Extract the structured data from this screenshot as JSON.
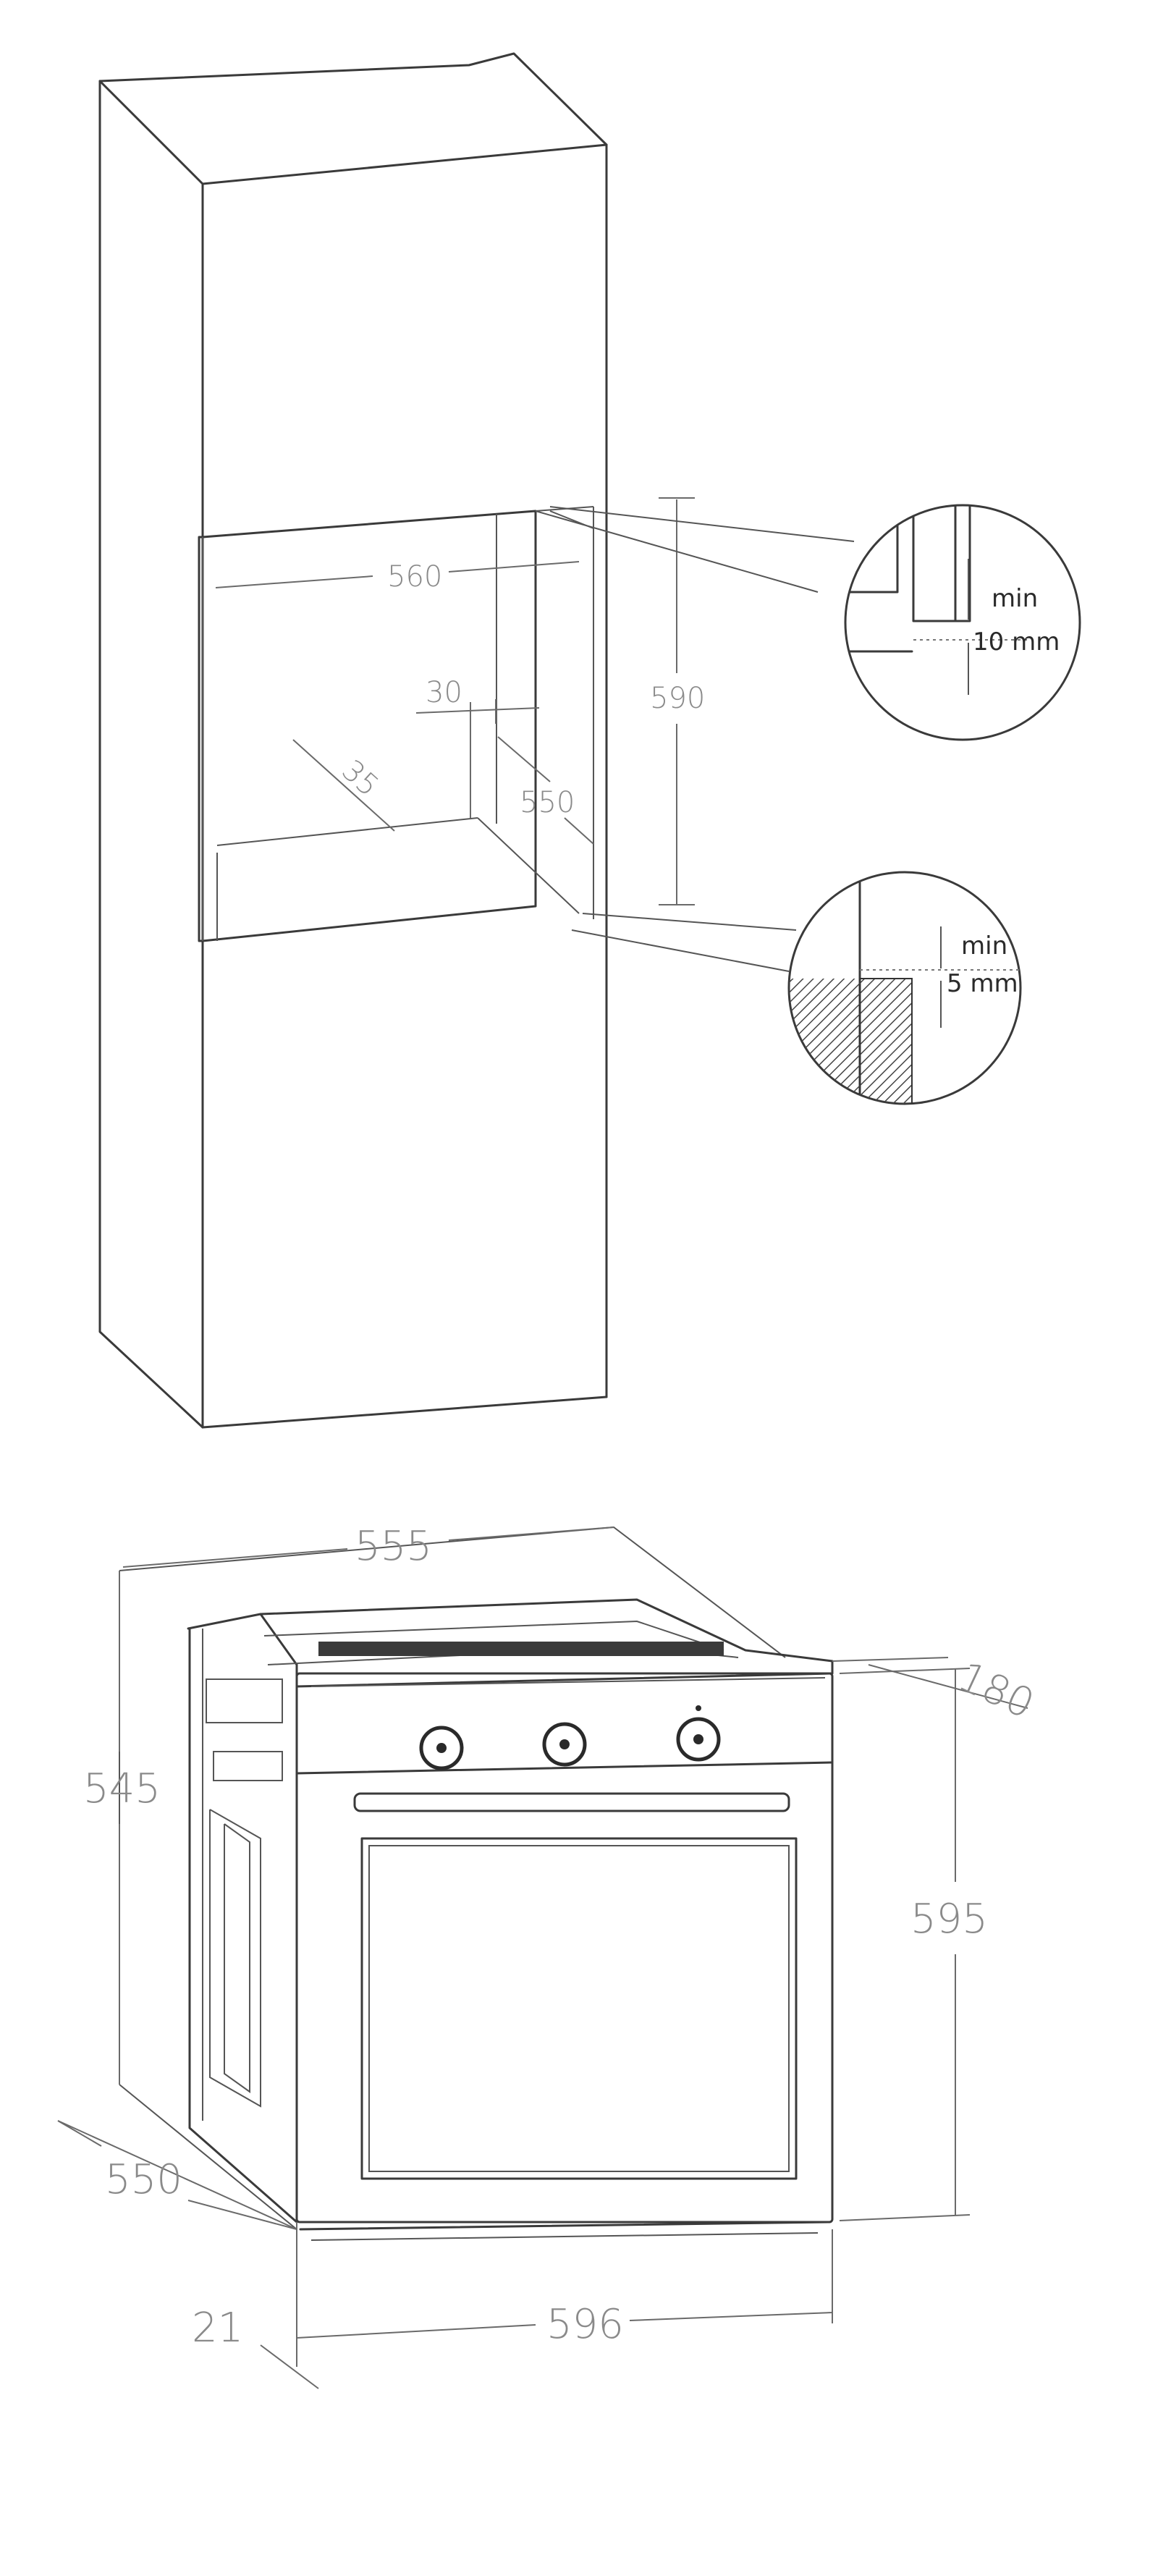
{
  "cabinet": {
    "niche_width": "560",
    "niche_height": "590",
    "niche_depth": "550",
    "side_offset": "30",
    "back_offset": "35"
  },
  "details": {
    "top": {
      "label_min": "min",
      "label_value": "10 mm"
    },
    "bottom": {
      "label_min": "min",
      "label_value": "5 mm"
    }
  },
  "oven": {
    "width_top": "555",
    "height_side": "545",
    "depth_top": "180",
    "height_front": "595",
    "depth_side": "550",
    "front_thickness": "21",
    "width_front": "596"
  }
}
